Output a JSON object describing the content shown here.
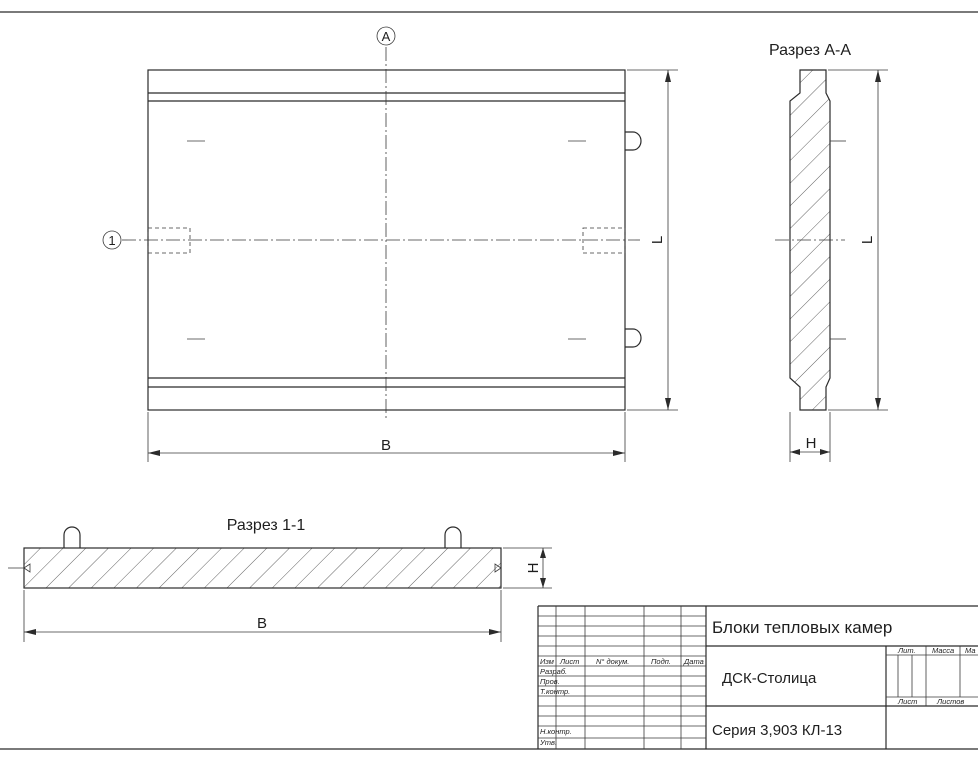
{
  "drawing": {
    "section_aa_title": "Разрез А-А",
    "section_11_title": "Разрез 1-1",
    "cut_marker": "А",
    "detail_marker": "1",
    "dim_b_plan": "В",
    "dim_l_plan": "L",
    "dim_l_section": "L",
    "dim_h_section": "Н",
    "dim_b_section": "В",
    "dim_h_section11": "Н"
  },
  "title_block": {
    "title": "Блоки тепловых камер",
    "organization": "ДСК-Столица",
    "series": "Серия 3,903 КЛ-13",
    "col_izm": "Изм",
    "col_list": "Лист",
    "col_doc": "N° докум.",
    "col_sign": "Подп.",
    "col_date": "Дата",
    "row_razrab": "Разраб.",
    "row_prov": "Пров.",
    "row_tkontr": "Т.контр.",
    "row_nkontr": "Н.контр.",
    "row_utv": "Утв.",
    "lit": "Лит.",
    "massa": "Масса",
    "masshtab": "Ма",
    "list": "Лист",
    "listov": "Листов"
  }
}
